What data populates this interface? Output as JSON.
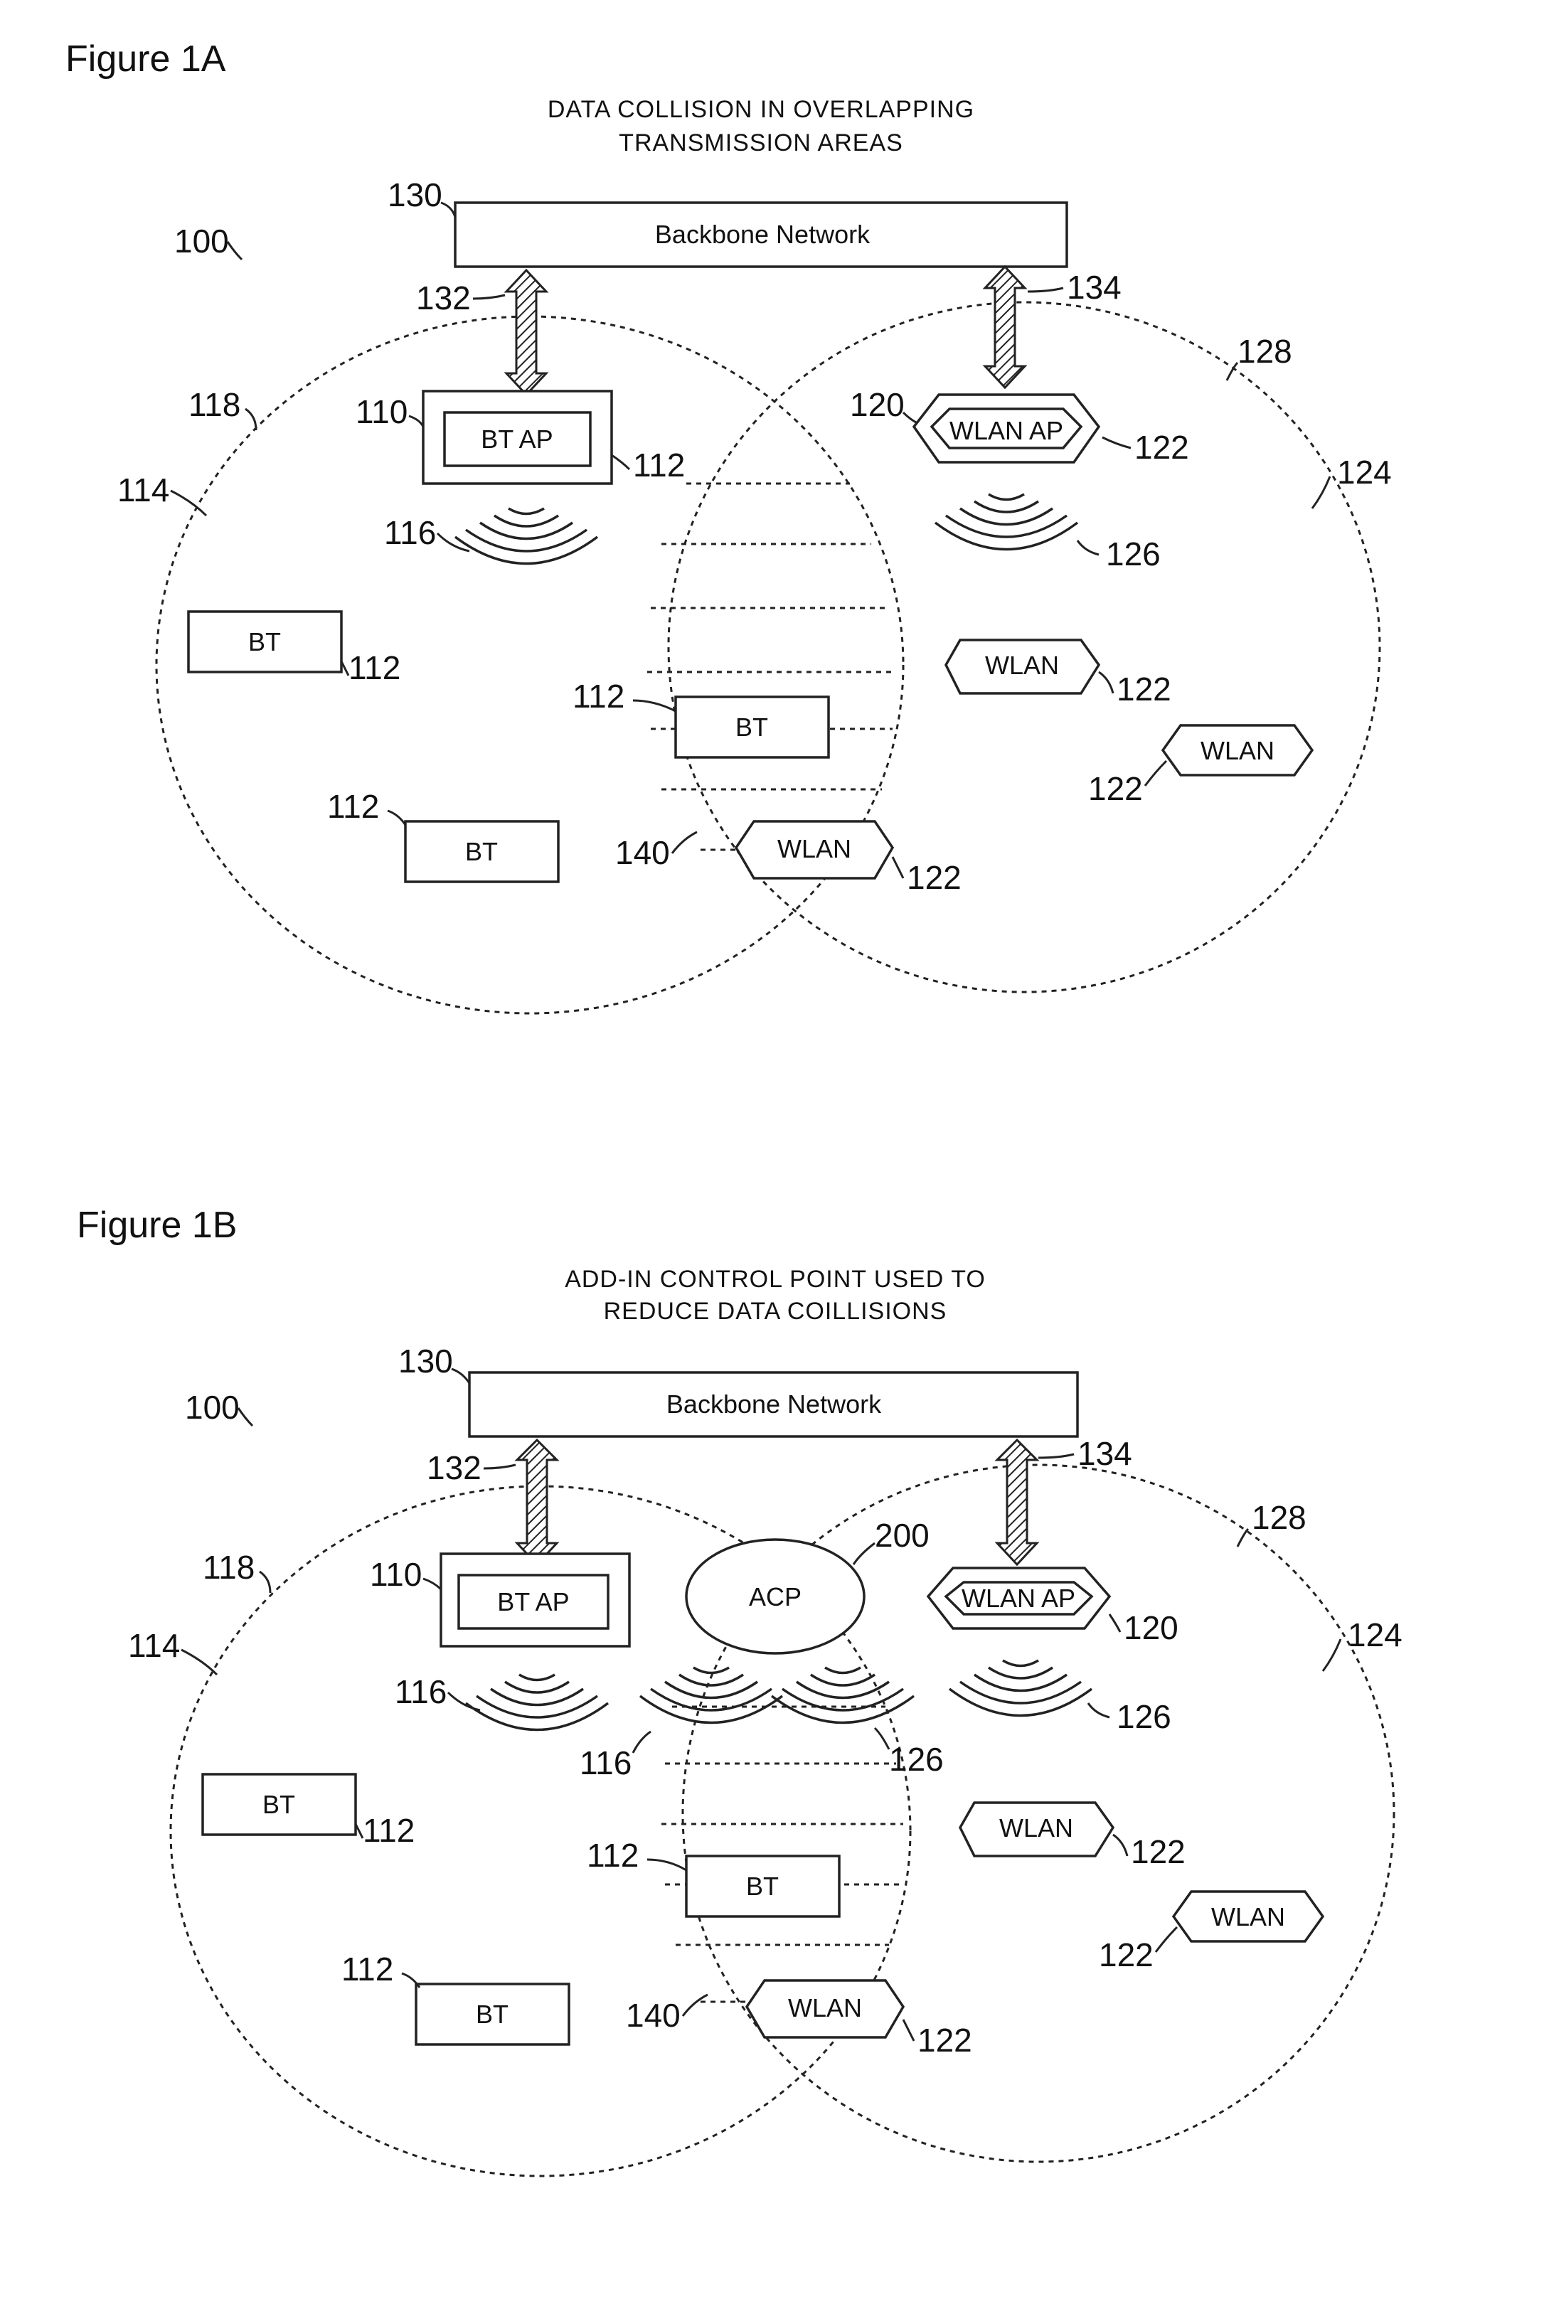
{
  "figure_a": {
    "figure_label": "Figure 1A",
    "title_line1": "DATA COLLISION IN OVERLAPPING",
    "title_line2": "TRANSMISSION AREAS",
    "backbone_label": "Backbone Network",
    "bt_ap_label": "BT AP",
    "wlan_ap_label": "WLAN AP",
    "bt_label": "BT",
    "wlan_label": "WLAN",
    "refs": {
      "r100": "100",
      "r130": "130",
      "r132": "132",
      "r134": "134",
      "r128": "128",
      "r118": "118",
      "r110": "110",
      "r112": "112",
      "r120": "120",
      "r122": "122",
      "r114": "114",
      "r124": "124",
      "r116": "116",
      "r126": "126",
      "r140": "140"
    }
  },
  "figure_b": {
    "figure_label": "Figure 1B",
    "title_line1": "ADD-IN CONTROL POINT USED TO",
    "title_line2": "REDUCE DATA COILLISIONS",
    "backbone_label": "Backbone Network",
    "bt_ap_label": "BT AP",
    "wlan_ap_label": "WLAN AP",
    "acp_label": "ACP",
    "bt_label": "BT",
    "wlan_label": "WLAN",
    "refs": {
      "r100": "100",
      "r130": "130",
      "r132": "132",
      "r134": "134",
      "r128": "128",
      "r118": "118",
      "r110": "110",
      "r112": "112",
      "r120": "120",
      "r122": "122",
      "r114": "114",
      "r124": "124",
      "r116": "116",
      "r126": "126",
      "r140": "140",
      "r200": "200"
    }
  }
}
